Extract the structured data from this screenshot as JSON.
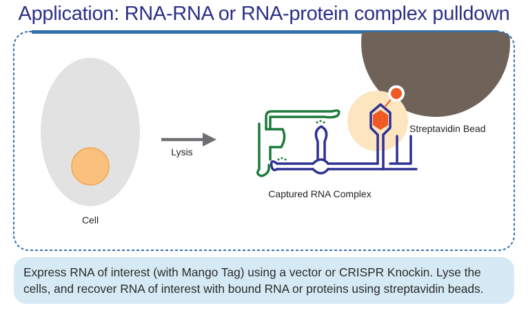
{
  "title": "Application: RNA-RNA or RNA-protein complex pulldown",
  "labels": {
    "cell": "Cell",
    "lysis": "Lysis",
    "captured_complex": "Captured RNA Complex",
    "streptavidin_bead": "Streptavidin Bead"
  },
  "caption": {
    "line1": "Express RNA of interest (with Mango Tag) using a vector or CRISPR Knockin. Lyse the",
    "line2": "cells, and recover RNA of interest with bound RNA or proteins using streptavidin beads."
  },
  "colors": {
    "title": "#2b2f86",
    "title_rule": "#2f6fb0",
    "frame_dashed": "#2f6fb0",
    "cell_body": "#e2e2e2",
    "nucleus": "#f9c07e",
    "arrow": "#6d6e71",
    "rna_captured": "#2e3092",
    "rna_bound": "#1d7a3c",
    "bead": "#6e6259",
    "bead_glow": "#fde5c0",
    "tag_orange": "#ef5a24",
    "caption_bg": "#d6eaf6"
  },
  "icons": [
    "cell-icon",
    "lysis-arrow-icon",
    "rna-complex-icon",
    "streptavidin-bead-icon",
    "mango-tag-icon"
  ]
}
